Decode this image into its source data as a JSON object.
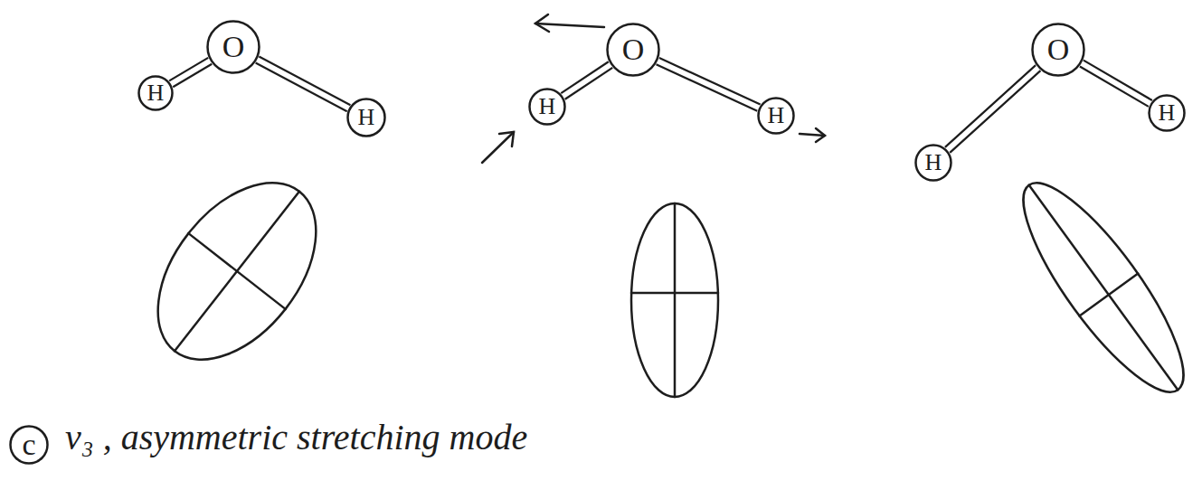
{
  "diagram": {
    "nodes": [
      {
        "text": [
          "H"
        ]
      },
      {
        "text": [
          "O"
        ]
      },
      {
        "text": [
          "H"
        ]
      },
      {
        "text": [
          "H"
        ]
      },
      {
        "text": [
          "O"
        ]
      },
      {
        "text": [
          "H"
        ]
      },
      {
        "text": [
          "H"
        ]
      },
      {
        "text": [
          "O"
        ]
      },
      {
        "text": [
          "H"
        ]
      },
      {
        "text": [
          "c"
        ]
      }
    ],
    "edges": [
      {
        "from": 0,
        "to": 1,
        "arrow": "none"
      },
      {
        "from": 1,
        "to": 2,
        "arrow": "none"
      },
      {
        "from": 3,
        "to": 4,
        "arrow": "none"
      },
      {
        "from": 4,
        "to": 5,
        "arrow": "none"
      },
      {
        "from": 6,
        "to": 7,
        "arrow": "none"
      },
      {
        "from": 7,
        "to": 8,
        "arrow": "none"
      }
    ],
    "labels": [
      "ν₃ , asymmetric stretching mode"
    ]
  }
}
